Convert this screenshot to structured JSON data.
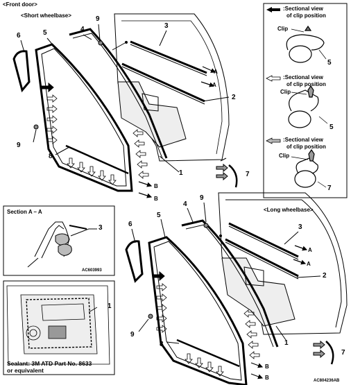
{
  "header": {
    "title": "<Front door>"
  },
  "sections": {
    "short": "<Short wheelbase>",
    "long": "<Long wheelbase>",
    "section_aa": "Section A – A",
    "section_code": "AC603993",
    "doc_code": "AC804236AB"
  },
  "legend": {
    "items": [
      {
        "title1": "Sectional view",
        "title2": "of clip position",
        "clip": "Clip",
        "part": "5"
      },
      {
        "title1": "Sectional view",
        "title2": "of clip position",
        "clip": "Clip",
        "part": "5"
      },
      {
        "title1": "Sectional view",
        "title2": "of clip position",
        "clip": "Clip",
        "part": "7"
      }
    ]
  },
  "sealant": {
    "line1": "Sealant: 3M ATD Part No. 8633",
    "line2": "or equivalent"
  },
  "callouts": {
    "short": {
      "n6": "6",
      "n5": "5",
      "n4": "4",
      "n9a": "9",
      "n3": "3",
      "n2": "2",
      "n9b": "9",
      "n8": "8",
      "n1": "1",
      "n7": "7",
      "A1": "A",
      "A2": "A",
      "B1": "B",
      "B2": "B"
    },
    "long": {
      "n9a": "9",
      "n4": "4",
      "n6": "6",
      "n5": "5",
      "n3": "3",
      "n2": "2",
      "n9b": "9",
      "n8": "8",
      "n1": "1",
      "n7": "7",
      "A1": "A",
      "A2": "A",
      "B1": "B",
      "B2": "B"
    },
    "section": {
      "n3": "3"
    },
    "sealant_view": {
      "n1": "1"
    }
  }
}
